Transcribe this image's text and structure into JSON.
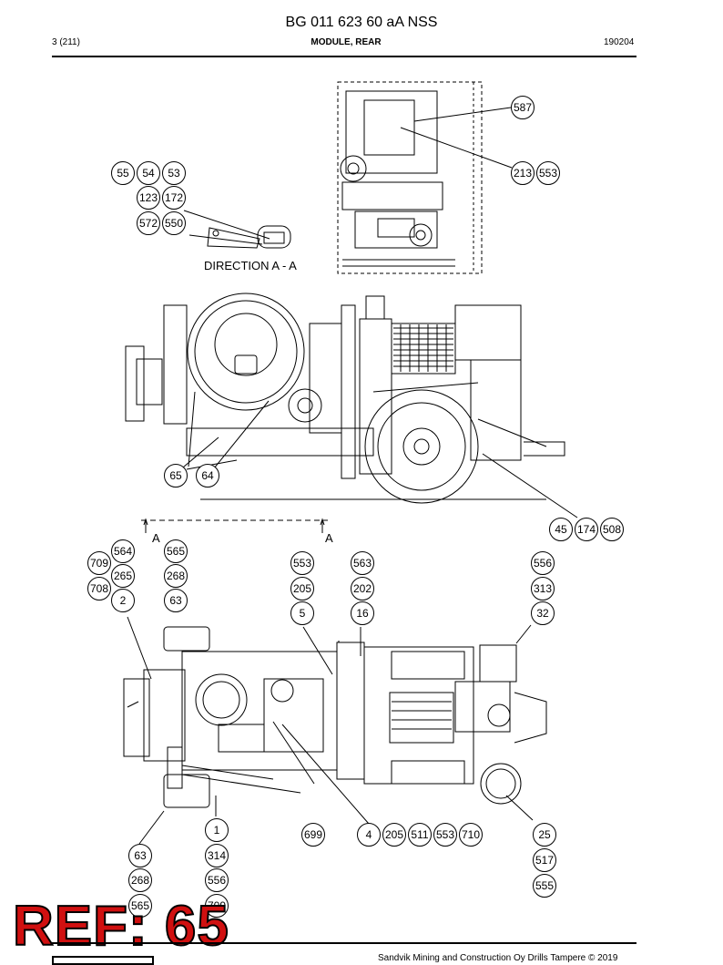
{
  "header": {
    "title": "BG 011 623 60 aA NSS",
    "page": "3 (211)",
    "module": "MODULE, REAR",
    "date": "190204"
  },
  "labels": {
    "direction": "DIRECTION  A - A",
    "section_a_left": "A",
    "section_a_right": "A"
  },
  "callouts": {
    "c587": "587",
    "c213": "213",
    "c553a": "553",
    "c55": "55",
    "c54": "54",
    "c53": "53",
    "c123": "123",
    "c172": "172",
    "c572": "572",
    "c550": "550",
    "c65": "65",
    "c64": "64",
    "c45": "45",
    "c174": "174",
    "c508": "508",
    "c564": "564",
    "c709": "709",
    "c265": "265",
    "c708": "708",
    "c2": "2",
    "c565a": "565",
    "c268a": "268",
    "c63a": "63",
    "c553b": "553",
    "c205a": "205",
    "c5": "5",
    "c563": "563",
    "c202": "202",
    "c16": "16",
    "c556a": "556",
    "c313": "313",
    "c32": "32",
    "c1": "1",
    "c314": "314",
    "c556b": "556",
    "c709b": "709",
    "c63b": "63",
    "c268b": "268",
    "c565b": "565",
    "c699": "699",
    "c4": "4",
    "c205b": "205",
    "c511": "511",
    "c553c": "553",
    "c710": "710",
    "c25": "25",
    "c517": "517",
    "c555": "555"
  },
  "ref_label": "REF: 65",
  "footer": {
    "copyright": "Sandvik Mining and Construction Oy Drills Tampere © 2019"
  }
}
